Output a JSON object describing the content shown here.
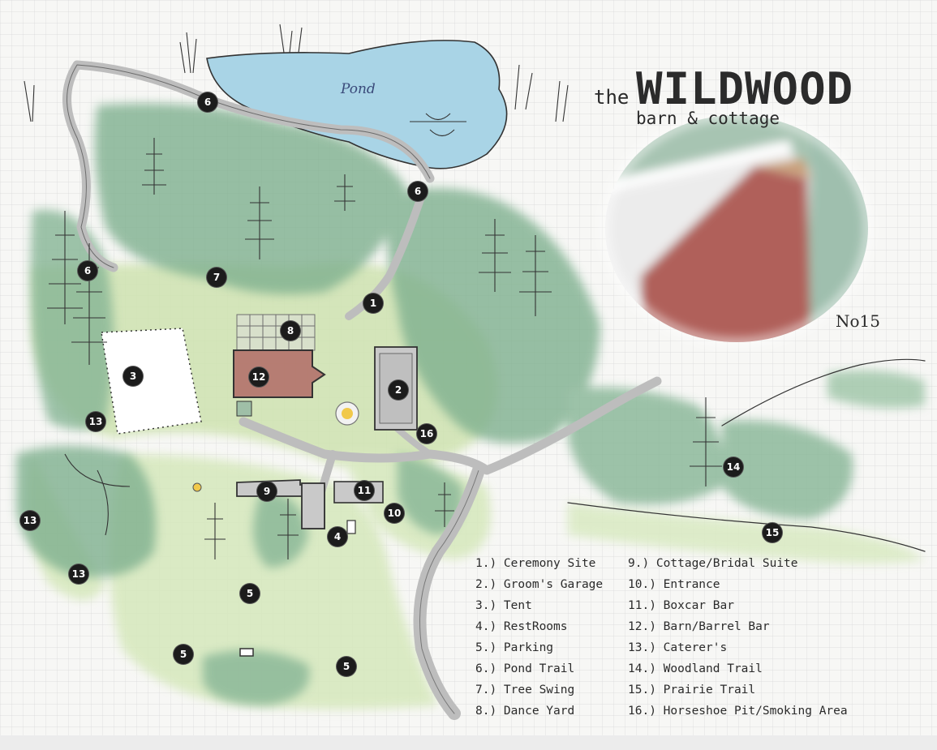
{
  "header": {
    "the": "the",
    "title": "WILDWOOD",
    "subtitle": "barn & cottage",
    "number": "No15"
  },
  "pond_label": "Pond",
  "markers": [
    "6",
    "6",
    "6",
    "7",
    "1",
    "8",
    "12",
    "2",
    "3",
    "13",
    "16",
    "9",
    "11",
    "10",
    "4",
    "13",
    "13",
    "5",
    "5",
    "5",
    "14",
    "15"
  ],
  "legend": {
    "left": [
      "1.) Ceremony Site",
      "2.) Groom's Garage",
      "3.) Tent",
      "4.) RestRooms",
      "5.) Parking",
      "6.) Pond Trail",
      "7.) Tree Swing",
      "8.) Dance Yard"
    ],
    "right": [
      "9.) Cottage/Bridal Suite",
      "10.) Entrance",
      "11.) Boxcar Bar",
      "12.) Barn/Barrel Bar",
      "13.) Caterer's",
      "14.) Woodland Trail",
      "15.) Prairie Trail",
      "16.) Horseshoe Pit/Smoking Area"
    ]
  },
  "colors": {
    "forest": "#7fb08f",
    "grass": "#cfe3b0",
    "pond": "#a9d4e6",
    "barn": "#b06b66",
    "path": "#bdbdbd",
    "marker": "#1c1c1c"
  }
}
